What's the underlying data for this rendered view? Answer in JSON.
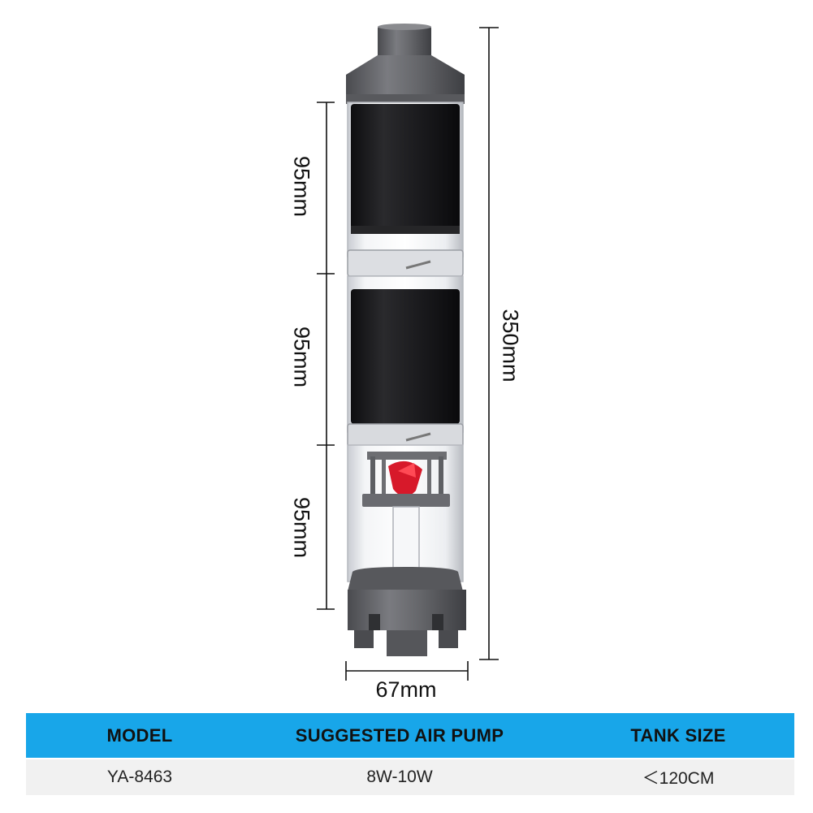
{
  "product": {
    "image_label": "aquarium-sponge-filter"
  },
  "dimensions": {
    "section_heights": [
      "95mm",
      "95mm",
      "95mm"
    ],
    "total_height": "350mm",
    "width": "67mm"
  },
  "spec_table": {
    "headers": [
      "MODEL",
      "SUGGESTED AIR PUMP",
      "TANK SIZE"
    ],
    "values": [
      "YA-8463",
      "8W-10W",
      "＜120CM"
    ]
  },
  "colors": {
    "header_bg": "#18a6e9",
    "row_bg": "#f1f1f1",
    "body_plastic": "#5f6064",
    "sponge": "#1c1c1e",
    "impeller": "#d7192a"
  }
}
